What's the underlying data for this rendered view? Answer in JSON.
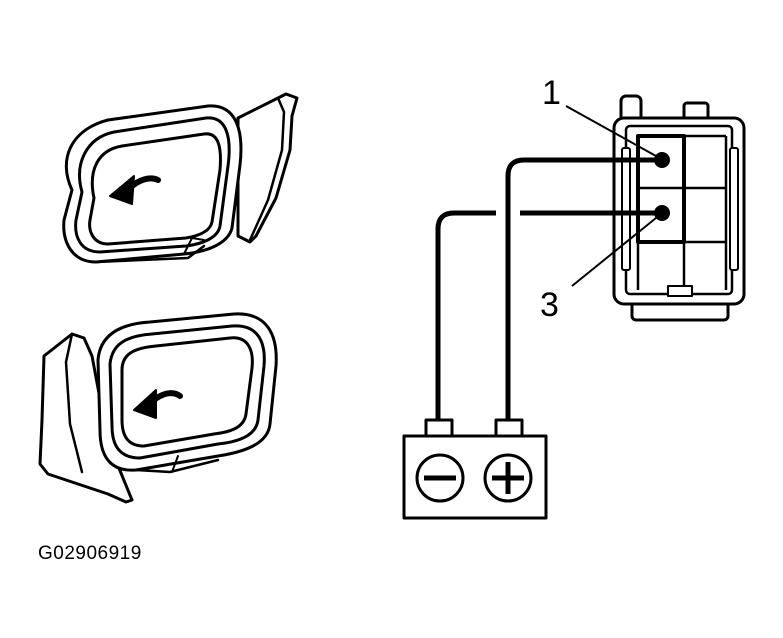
{
  "labels": {
    "pin_1": "1",
    "pin_3": "3",
    "figure_code": "G02906919"
  },
  "icons": {
    "mirror_arrow": "left-curved-arrow-icon",
    "battery_negative": "minus-icon",
    "battery_positive": "plus-icon"
  },
  "colors": {
    "ink": "#000000",
    "paper": "#ffffff"
  }
}
